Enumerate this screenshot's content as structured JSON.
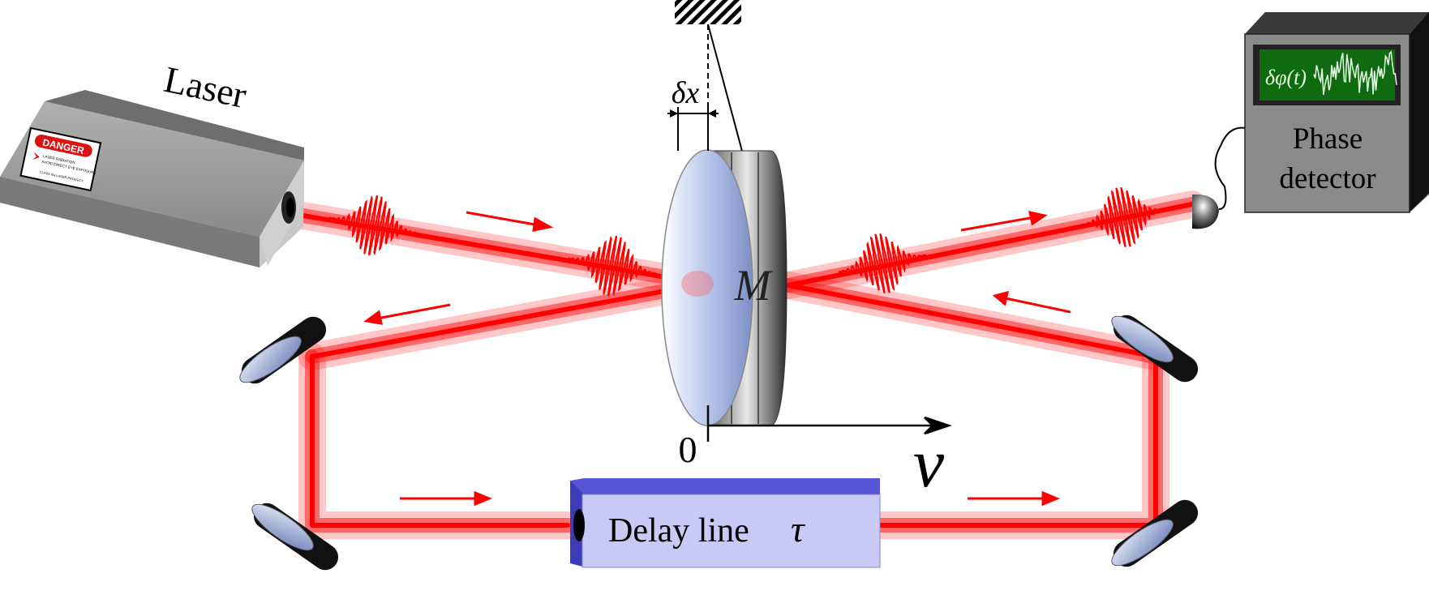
{
  "labels": {
    "laser": "Laser",
    "danger": "DANGER",
    "warning_line1": "LASER RADIATION",
    "warning_line2": "AVOID DIRECT EYE EXPOSURE",
    "warning_line3": "CLASS IIIa LASER PRODUCT",
    "delta_x": "δx",
    "mirror": "M",
    "origin": "0",
    "velocity": "v",
    "delay_line": "Delay line",
    "tau": "τ",
    "screen_readout": "δφ(t)",
    "phase": "Phase",
    "detector": "detector"
  },
  "colors": {
    "beam": "#ff0000",
    "delay_box": "#c9c9f5",
    "delay_top": "#5555d6",
    "screen": "#0f6b0f",
    "mirror_face": "#9fb3e6"
  },
  "icons": [
    "laser-box",
    "danger-sign",
    "wall-hatch",
    "moving-mirror",
    "fixed-mirror",
    "photodiode",
    "oscilloscope",
    "delay-box",
    "direction-arrow"
  ]
}
